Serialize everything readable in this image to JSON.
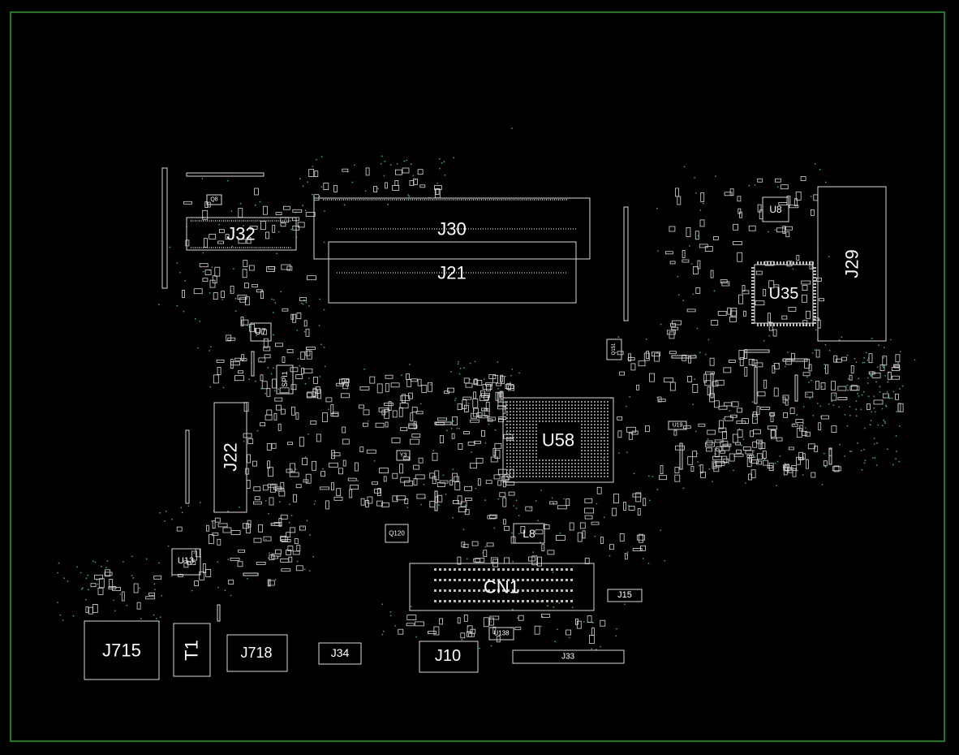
{
  "view": {
    "background": "#000000",
    "outline_color": "#1e7a1e",
    "silkscreen_color": "#d8d8d8",
    "via_color": "#2ea86a"
  },
  "components": [
    {
      "label": "J30"
    },
    {
      "label": "J21"
    },
    {
      "label": "J32"
    },
    {
      "label": "J29"
    },
    {
      "label": "U8"
    },
    {
      "label": "U35"
    },
    {
      "label": "U7"
    },
    {
      "label": "SPI1"
    },
    {
      "label": "J22"
    },
    {
      "label": "U58"
    },
    {
      "label": "L8"
    },
    {
      "label": "CN1"
    },
    {
      "label": "J15"
    },
    {
      "label": "Q120"
    },
    {
      "label": "U13"
    },
    {
      "label": "J715"
    },
    {
      "label": "T1"
    },
    {
      "label": "J718"
    },
    {
      "label": "J34"
    },
    {
      "label": "J10"
    },
    {
      "label": "U138"
    },
    {
      "label": "J33"
    },
    {
      "label": "Q8"
    },
    {
      "label": "Q151"
    },
    {
      "label": "U19"
    },
    {
      "label": "Y3"
    }
  ]
}
